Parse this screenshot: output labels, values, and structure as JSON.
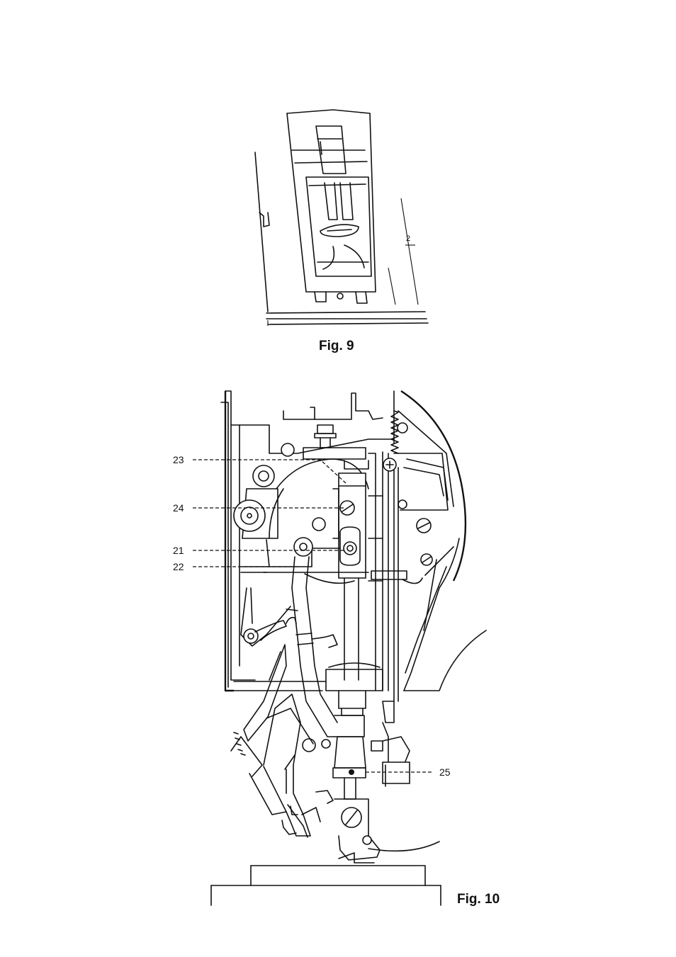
{
  "figures": {
    "fig9": {
      "caption": "Fig. 9",
      "callout": "2"
    },
    "fig10": {
      "caption": "Fig. 10",
      "callouts": [
        "23",
        "24",
        "21",
        "22",
        "25"
      ]
    }
  }
}
